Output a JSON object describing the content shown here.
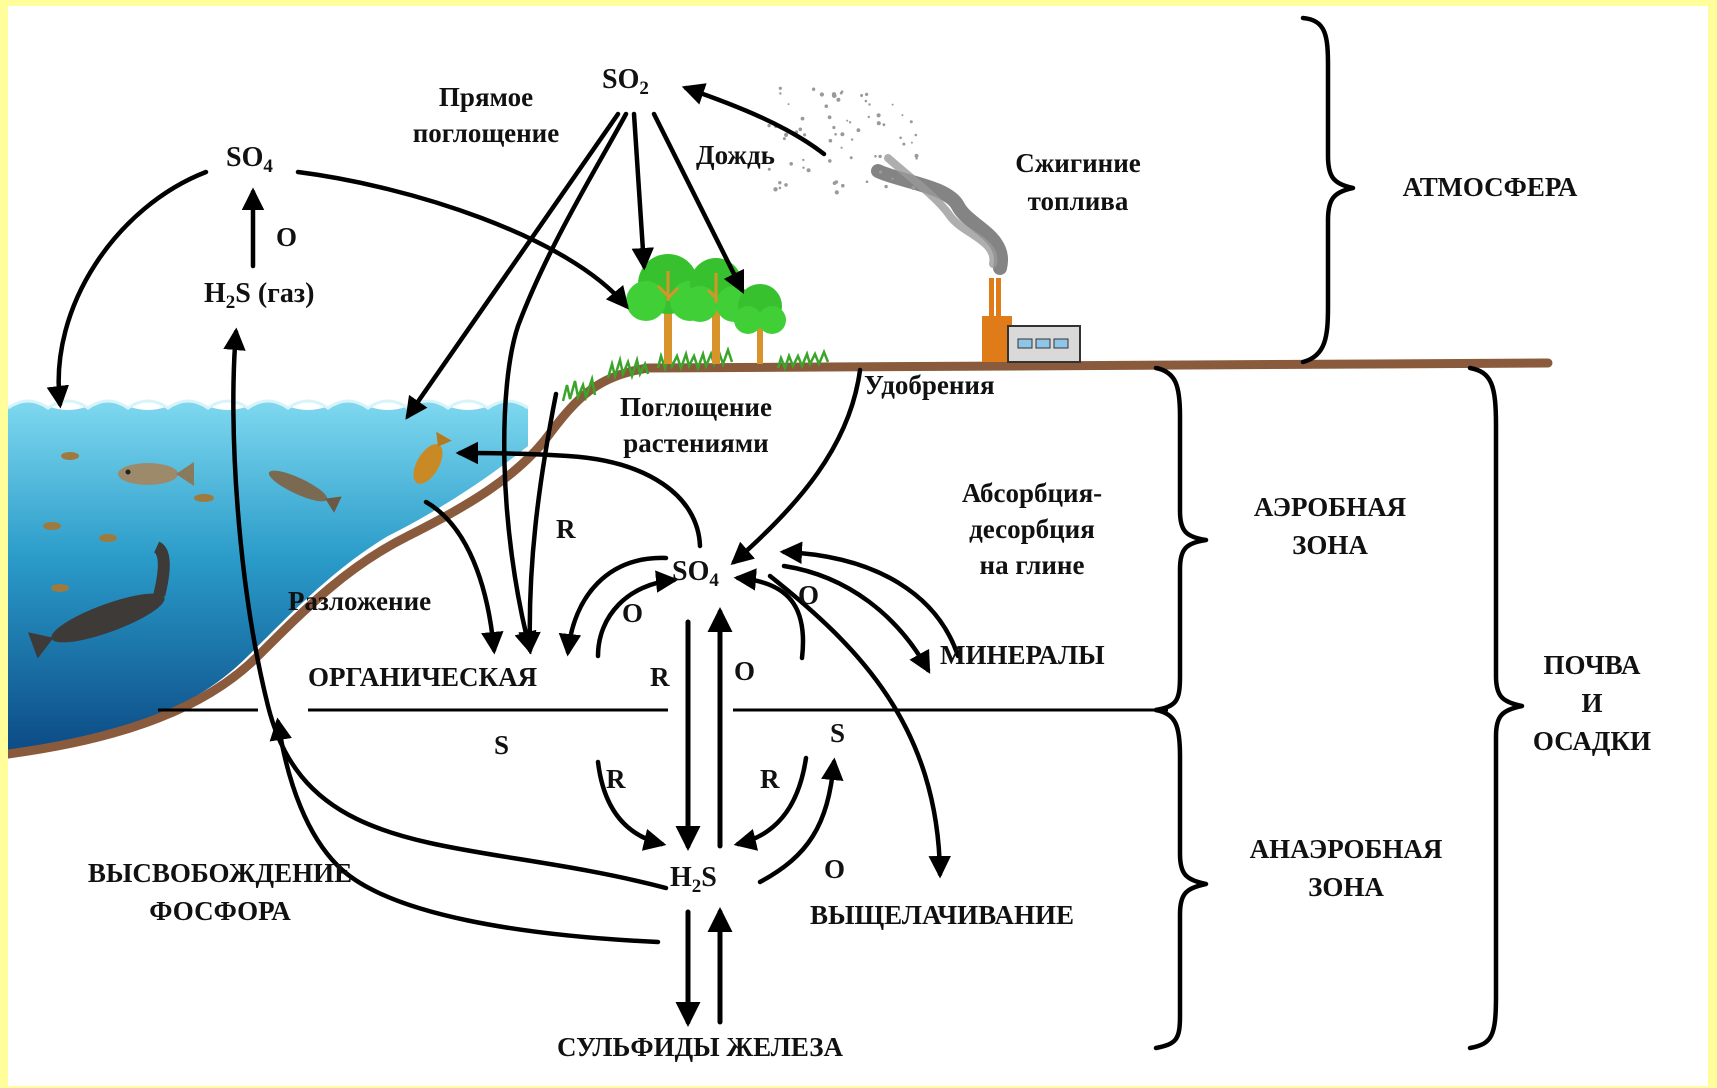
{
  "zones": {
    "atmosphere": "АТМОСФЕРА",
    "aerobic_line1": "АЭРОБНАЯ",
    "aerobic_line2": "ЗОНА",
    "anaerobic_line1": "АНАЭРОБНАЯ",
    "anaerobic_line2": "ЗОНА",
    "soil_line1": "ПОЧВА",
    "soil_line2": "И",
    "soil_line3": "ОСАДКИ"
  },
  "chem": {
    "so2_main": "SO",
    "so2_sub": "2",
    "so4_atm_main": "SO",
    "so4_atm_sub": "4",
    "h2s_gas_a": "H",
    "h2s_gas_sub": "2",
    "h2s_gas_b": "S (газ)",
    "so4_soil_main": "SO",
    "so4_soil_sub": "4",
    "h2s_a": "H",
    "h2s_sub": "2",
    "h2s_b": "S"
  },
  "labels": {
    "direct_line1": "Прямое",
    "direct_line2": "поглощение",
    "rain": "Дождь",
    "fuel_line1": "Сжигиние",
    "fuel_line2": "топлива",
    "fertilizers": "Удобрения",
    "plant_uptake_line1": "Поглощение",
    "plant_uptake_line2": "растениями",
    "absorb_line1": "Абсорбция-",
    "absorb_line2": "десорбция",
    "absorb_line3": "на глине",
    "minerals": "МИНЕРАЛЫ",
    "decomposition": "Разложение",
    "organic": "ОРГАНИЧЕСКАЯ",
    "s_left": "S",
    "s_right": "S",
    "phosphorus_line1": "ВЫСВОБОЖДЕНИЕ",
    "phosphorus_line2": "ФОСФОРА",
    "leaching": "ВЫЩЕЛАЧИВАНИЕ",
    "iron_sulfides": "СУЛЬФИДЫ ЖЕЛЕЗА"
  },
  "arrow_letters": {
    "o_gas": "O",
    "r_organic": "R",
    "o_organic": "O",
    "o_minerals": "O",
    "r_center": "R",
    "o_center": "O",
    "r_low_left": "R",
    "r_low_right": "R",
    "o_low_right": "O"
  },
  "colors": {
    "background": "#fffe9a",
    "water_top": "#6fd3ec",
    "water_bottom": "#0d4f8a",
    "soil_line": "#8a5a3c",
    "factory": "#e07b1a",
    "foliage": "#37c12f",
    "trunk": "#d9932b",
    "smoke": "#707070"
  }
}
